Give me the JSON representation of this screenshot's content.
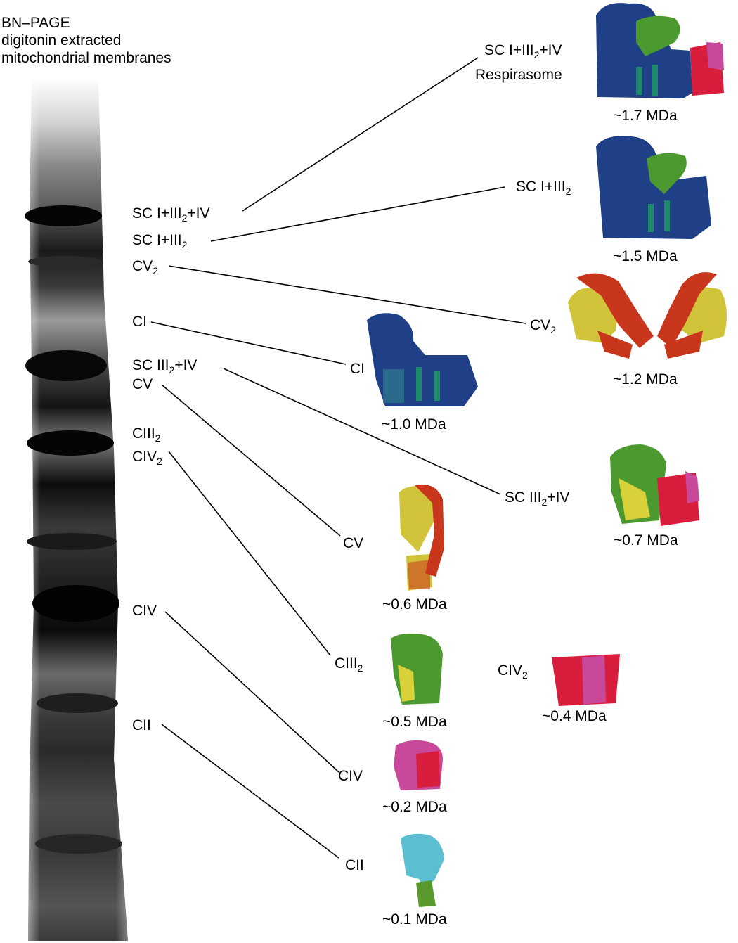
{
  "title": {
    "line1": "BN–PAGE",
    "line2": "digitonin extracted",
    "line3": "mitochondrial membranes"
  },
  "gel_labels": {
    "sc_resp": {
      "a": "SC I+III",
      "sub1": "2",
      "b": "+IV"
    },
    "sc_i_iii": {
      "a": "SC I+III",
      "sub1": "2"
    },
    "cv2": {
      "a": "CV",
      "sub1": "2"
    },
    "ci": {
      "a": "CI"
    },
    "sc_iii_iv": {
      "a": "SC III",
      "sub1": "2",
      "b": "+IV"
    },
    "cv": {
      "a": "CV"
    },
    "ciii2": {
      "a": "CIII",
      "sub1": "2"
    },
    "civ2": {
      "a": "CIV",
      "sub1": "2"
    },
    "civ": {
      "a": "CIV"
    },
    "cii": {
      "a": "CII"
    }
  },
  "structures": {
    "resp": {
      "a": "SC I+III",
      "sub1": "2",
      "b": "+IV",
      "line2": "Respirasome",
      "mass": "~1.7 MDa"
    },
    "sc_i_iii": {
      "a": "SC I+III",
      "sub1": "2",
      "mass": "~1.5 MDa"
    },
    "cv2": {
      "a": "CV",
      "sub1": "2",
      "mass": "~1.2 MDa"
    },
    "ci": {
      "a": "CI",
      "mass": "~1.0 MDa"
    },
    "sc_iii_iv": {
      "a": "SC III",
      "sub1": "2",
      "b": "+IV",
      "mass": "~0.7 MDa"
    },
    "cv": {
      "a": "CV",
      "mass": "~0.6 MDa"
    },
    "ciii2": {
      "a": "CIII",
      "sub1": "2",
      "mass": "~0.5 MDa"
    },
    "civ2": {
      "a": "CIV",
      "sub1": "2",
      "mass": "~0.4 MDa"
    },
    "civ": {
      "a": "CIV",
      "mass": "~0.2 MDa"
    },
    "cii": {
      "a": "CII",
      "mass": "~0.1 MDa"
    }
  },
  "colors": {
    "complex_I": "#1f3f86",
    "complex_I_accent": "#1e8a6a",
    "complex_III": "#4c9a2f",
    "complex_III_accent": "#d9d13a",
    "complex_IV": "#d81e3c",
    "complex_IV_accent": "#c8489c",
    "complex_V": "#d2c43a",
    "complex_V_stalk": "#c8361c",
    "complex_II": "#5bbfd0",
    "complex_II_accent": "#5a9a2c"
  }
}
